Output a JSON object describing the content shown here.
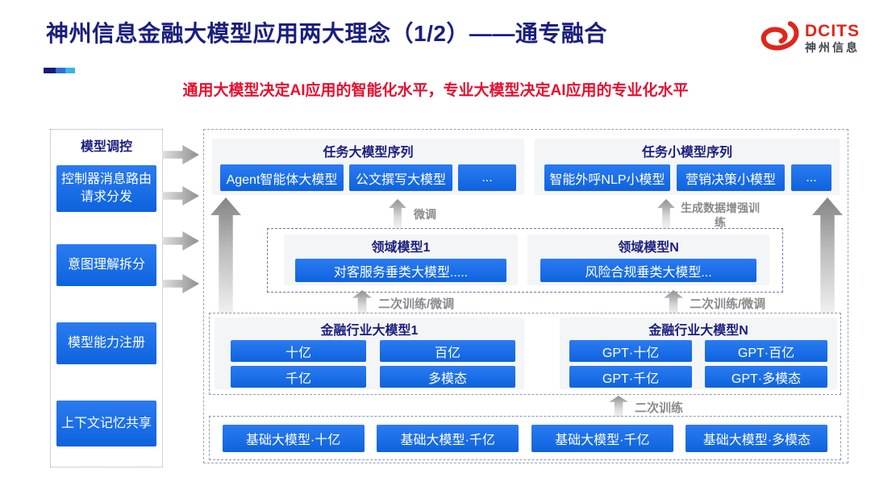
{
  "header": {
    "title": "神州信息金融大模型应用两大理念（1/2）——通专融合",
    "subtitle": "通用大模型决定AI应用的智能化水平，专业大模型决定AI应用的专业化水平",
    "logo": {
      "name": "DCITS",
      "company": "神州信息"
    }
  },
  "colors": {
    "title_navy": "#1a1e7e",
    "subtitle_red": "#e60f2e",
    "logo_red": "#e1251b",
    "button_blue": "#0d63de",
    "arrow_gray": "#8a8a8a"
  },
  "sidebar": {
    "title": "模型调控",
    "items": [
      {
        "label": "控制器消息路由请求分发"
      },
      {
        "label": "意图理解拆分"
      },
      {
        "label": "模型能力注册"
      },
      {
        "label": "上下文记忆共享"
      }
    ]
  },
  "diagram": {
    "task_large": {
      "title": "任务大模型序列",
      "items": [
        "Agent智能体大模型",
        "公文撰写大模型",
        "..."
      ]
    },
    "task_small": {
      "title": "任务小模型序列",
      "items": [
        "智能外呼NLP小模型",
        "营销决策小模型",
        "..."
      ]
    },
    "labels": {
      "fine_tune": "微调",
      "gen_data_training": "生成数据增强训练",
      "second_train_finetune": "二次训练/微调",
      "second_train": "二次训练"
    },
    "domain": {
      "model1": {
        "title": "领域模型1",
        "item": "对客服务垂类大模型....."
      },
      "modelN": {
        "title": "领域模型N",
        "item": "风险合规垂类大模型..."
      }
    },
    "industry": {
      "model1": {
        "title": "金融行业大模型1",
        "items": [
          "十亿",
          "百亿",
          "千亿",
          "多模态"
        ]
      },
      "modelN": {
        "title": "金融行业大模型N",
        "items": [
          "GPT·十亿",
          "GPT·百亿",
          "GPT·千亿",
          "GPT·多模态"
        ]
      }
    },
    "base": {
      "items": [
        "基础大模型·十亿",
        "基础大模型·千亿",
        "基础大模型·千亿",
        "基础大模型·多模态"
      ]
    }
  }
}
